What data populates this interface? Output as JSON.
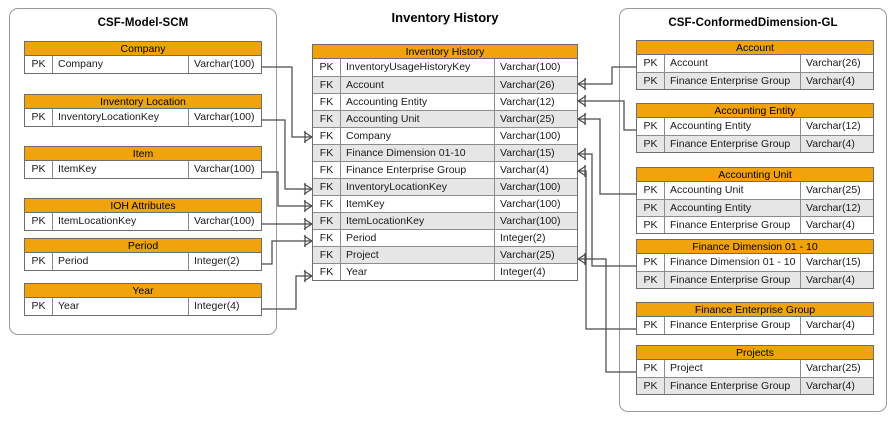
{
  "diagram": {
    "title": "Inventory History",
    "center_caption": "Inventory History",
    "accent_color": "#F0A30A",
    "border_color": "#6e6e6e",
    "alt_row_color": "#e6e6e6"
  },
  "groups": [
    {
      "id": "scm",
      "title": "CSF-Model-SCM"
    },
    {
      "id": "gl",
      "title": "CSF-ConformedDimension-GL"
    }
  ],
  "left_tables": [
    {
      "name": "Company",
      "rows": [
        {
          "key": "PK",
          "field": "Company",
          "type": "Varchar(100)"
        }
      ]
    },
    {
      "name": "Inventory Location",
      "rows": [
        {
          "key": "PK",
          "field": "InventoryLocationKey",
          "type": "Varchar(100)"
        }
      ]
    },
    {
      "name": "Item",
      "rows": [
        {
          "key": "PK",
          "field": "ItemKey",
          "type": "Varchar(100)"
        }
      ]
    },
    {
      "name": "IOH Attributes",
      "rows": [
        {
          "key": "PK",
          "field": "ItemLocationKey",
          "type": "Varchar(100)"
        }
      ]
    },
    {
      "name": "Period",
      "rows": [
        {
          "key": "PK",
          "field": "Period",
          "type": "Integer(2)"
        }
      ]
    },
    {
      "name": "Year",
      "rows": [
        {
          "key": "PK",
          "field": "Year",
          "type": "Integer(4)"
        }
      ]
    }
  ],
  "center_table": {
    "name": "Inventory History",
    "rows": [
      {
        "key": "PK",
        "field": "InventoryUsageHistoryKey",
        "type": "Varchar(100)"
      },
      {
        "key": "FK",
        "field": "Account",
        "type": "Varchar(26)"
      },
      {
        "key": "FK",
        "field": "Accounting Entity",
        "type": "Varchar(12)"
      },
      {
        "key": "FK",
        "field": "Accounting Unit",
        "type": "Varchar(25)"
      },
      {
        "key": "FK",
        "field": "Company",
        "type": "Varchar(100)"
      },
      {
        "key": "FK",
        "field": "Finance Dimension 01-10",
        "type": "Varchar(15)"
      },
      {
        "key": "FK",
        "field": "Finance Enterprise Group",
        "type": "Varchar(4)"
      },
      {
        "key": "FK",
        "field": "InventoryLocationKey",
        "type": "Varchar(100)"
      },
      {
        "key": "FK",
        "field": "ItemKey",
        "type": "Varchar(100)"
      },
      {
        "key": "FK",
        "field": "ItemLocationKey",
        "type": "Varchar(100)"
      },
      {
        "key": "FK",
        "field": "Period",
        "type": "Integer(2)"
      },
      {
        "key": "FK",
        "field": "Project",
        "type": "Varchar(25)"
      },
      {
        "key": "FK",
        "field": "Year",
        "type": "Integer(4)"
      }
    ]
  },
  "right_tables": [
    {
      "name": "Account",
      "rows": [
        {
          "key": "PK",
          "field": "Account",
          "type": "Varchar(26)"
        },
        {
          "key": "PK",
          "field": "Finance Enterprise Group",
          "type": "Varchar(4)"
        }
      ]
    },
    {
      "name": "Accounting Entity",
      "rows": [
        {
          "key": "PK",
          "field": "Accounting Entity",
          "type": "Varchar(12)"
        },
        {
          "key": "PK",
          "field": "Finance Enterprise Group",
          "type": "Varchar(4)"
        }
      ]
    },
    {
      "name": "Accounting Unit",
      "rows": [
        {
          "key": "PK",
          "field": "Accounting Unit",
          "type": "Varchar(25)"
        },
        {
          "key": "PK",
          "field": "Accounting Entity",
          "type": "Varchar(12)"
        },
        {
          "key": "PK",
          "field": "Finance Enterprise Group",
          "type": "Varchar(4)"
        }
      ]
    },
    {
      "name": "Finance Dimension 01 - 10",
      "rows": [
        {
          "key": "PK",
          "field": "Finance Dimension 01 - 10",
          "type": "Varchar(15)"
        },
        {
          "key": "PK",
          "field": "Finance Enterprise Group",
          "type": "Varchar(4)"
        }
      ]
    },
    {
      "name": "Finance Enterprise Group",
      "rows": [
        {
          "key": "PK",
          "field": "Finance Enterprise Group",
          "type": "Varchar(4)"
        }
      ]
    },
    {
      "name": "Projects",
      "rows": [
        {
          "key": "PK",
          "field": "Project",
          "type": "Varchar(25)"
        },
        {
          "key": "PK",
          "field": "Finance Enterprise Group",
          "type": "Varchar(4)"
        }
      ]
    }
  ]
}
